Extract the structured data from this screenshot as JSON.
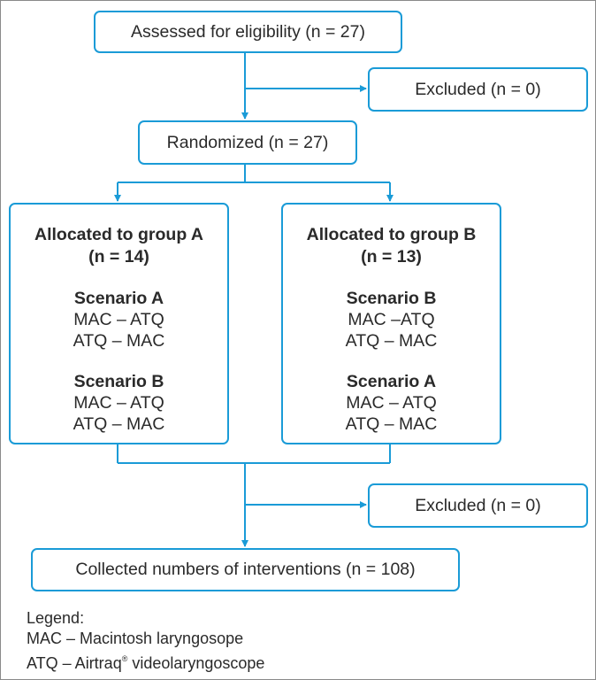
{
  "colors": {
    "accent": "#1a9bd7",
    "text": "#2a2a2a"
  },
  "boxes": {
    "assessed": "Assessed for eligibility (n = 27)",
    "excluded_top": "Excluded (n = 0)",
    "randomized": "Randomized (n = 27)",
    "excluded_bottom": "Excluded (n = 0)",
    "collected": "Collected numbers of interventions (n = 108)"
  },
  "group_a": {
    "title": "Allocated to group A",
    "count": "(n = 14)",
    "scenarios": [
      {
        "title": "Scenario A",
        "lines": [
          "MAC – ATQ",
          "ATQ – MAC"
        ]
      },
      {
        "title": "Scenario B",
        "lines": [
          "MAC – ATQ",
          "ATQ – MAC"
        ]
      }
    ]
  },
  "group_b": {
    "title": "Allocated to group B",
    "count": "(n = 13)",
    "scenarios": [
      {
        "title": "Scenario B",
        "lines": [
          "MAC –ATQ",
          "ATQ – MAC"
        ]
      },
      {
        "title": "Scenario A",
        "lines": [
          "MAC – ATQ",
          "ATQ – MAC"
        ]
      }
    ]
  },
  "legend": {
    "title": "Legend:",
    "mac": "MAC – Macintosh laryngosope",
    "atq_prefix": "ATQ – Airtraq",
    "atq_sup": "®",
    "atq_suffix": " videolaryngoscope"
  }
}
